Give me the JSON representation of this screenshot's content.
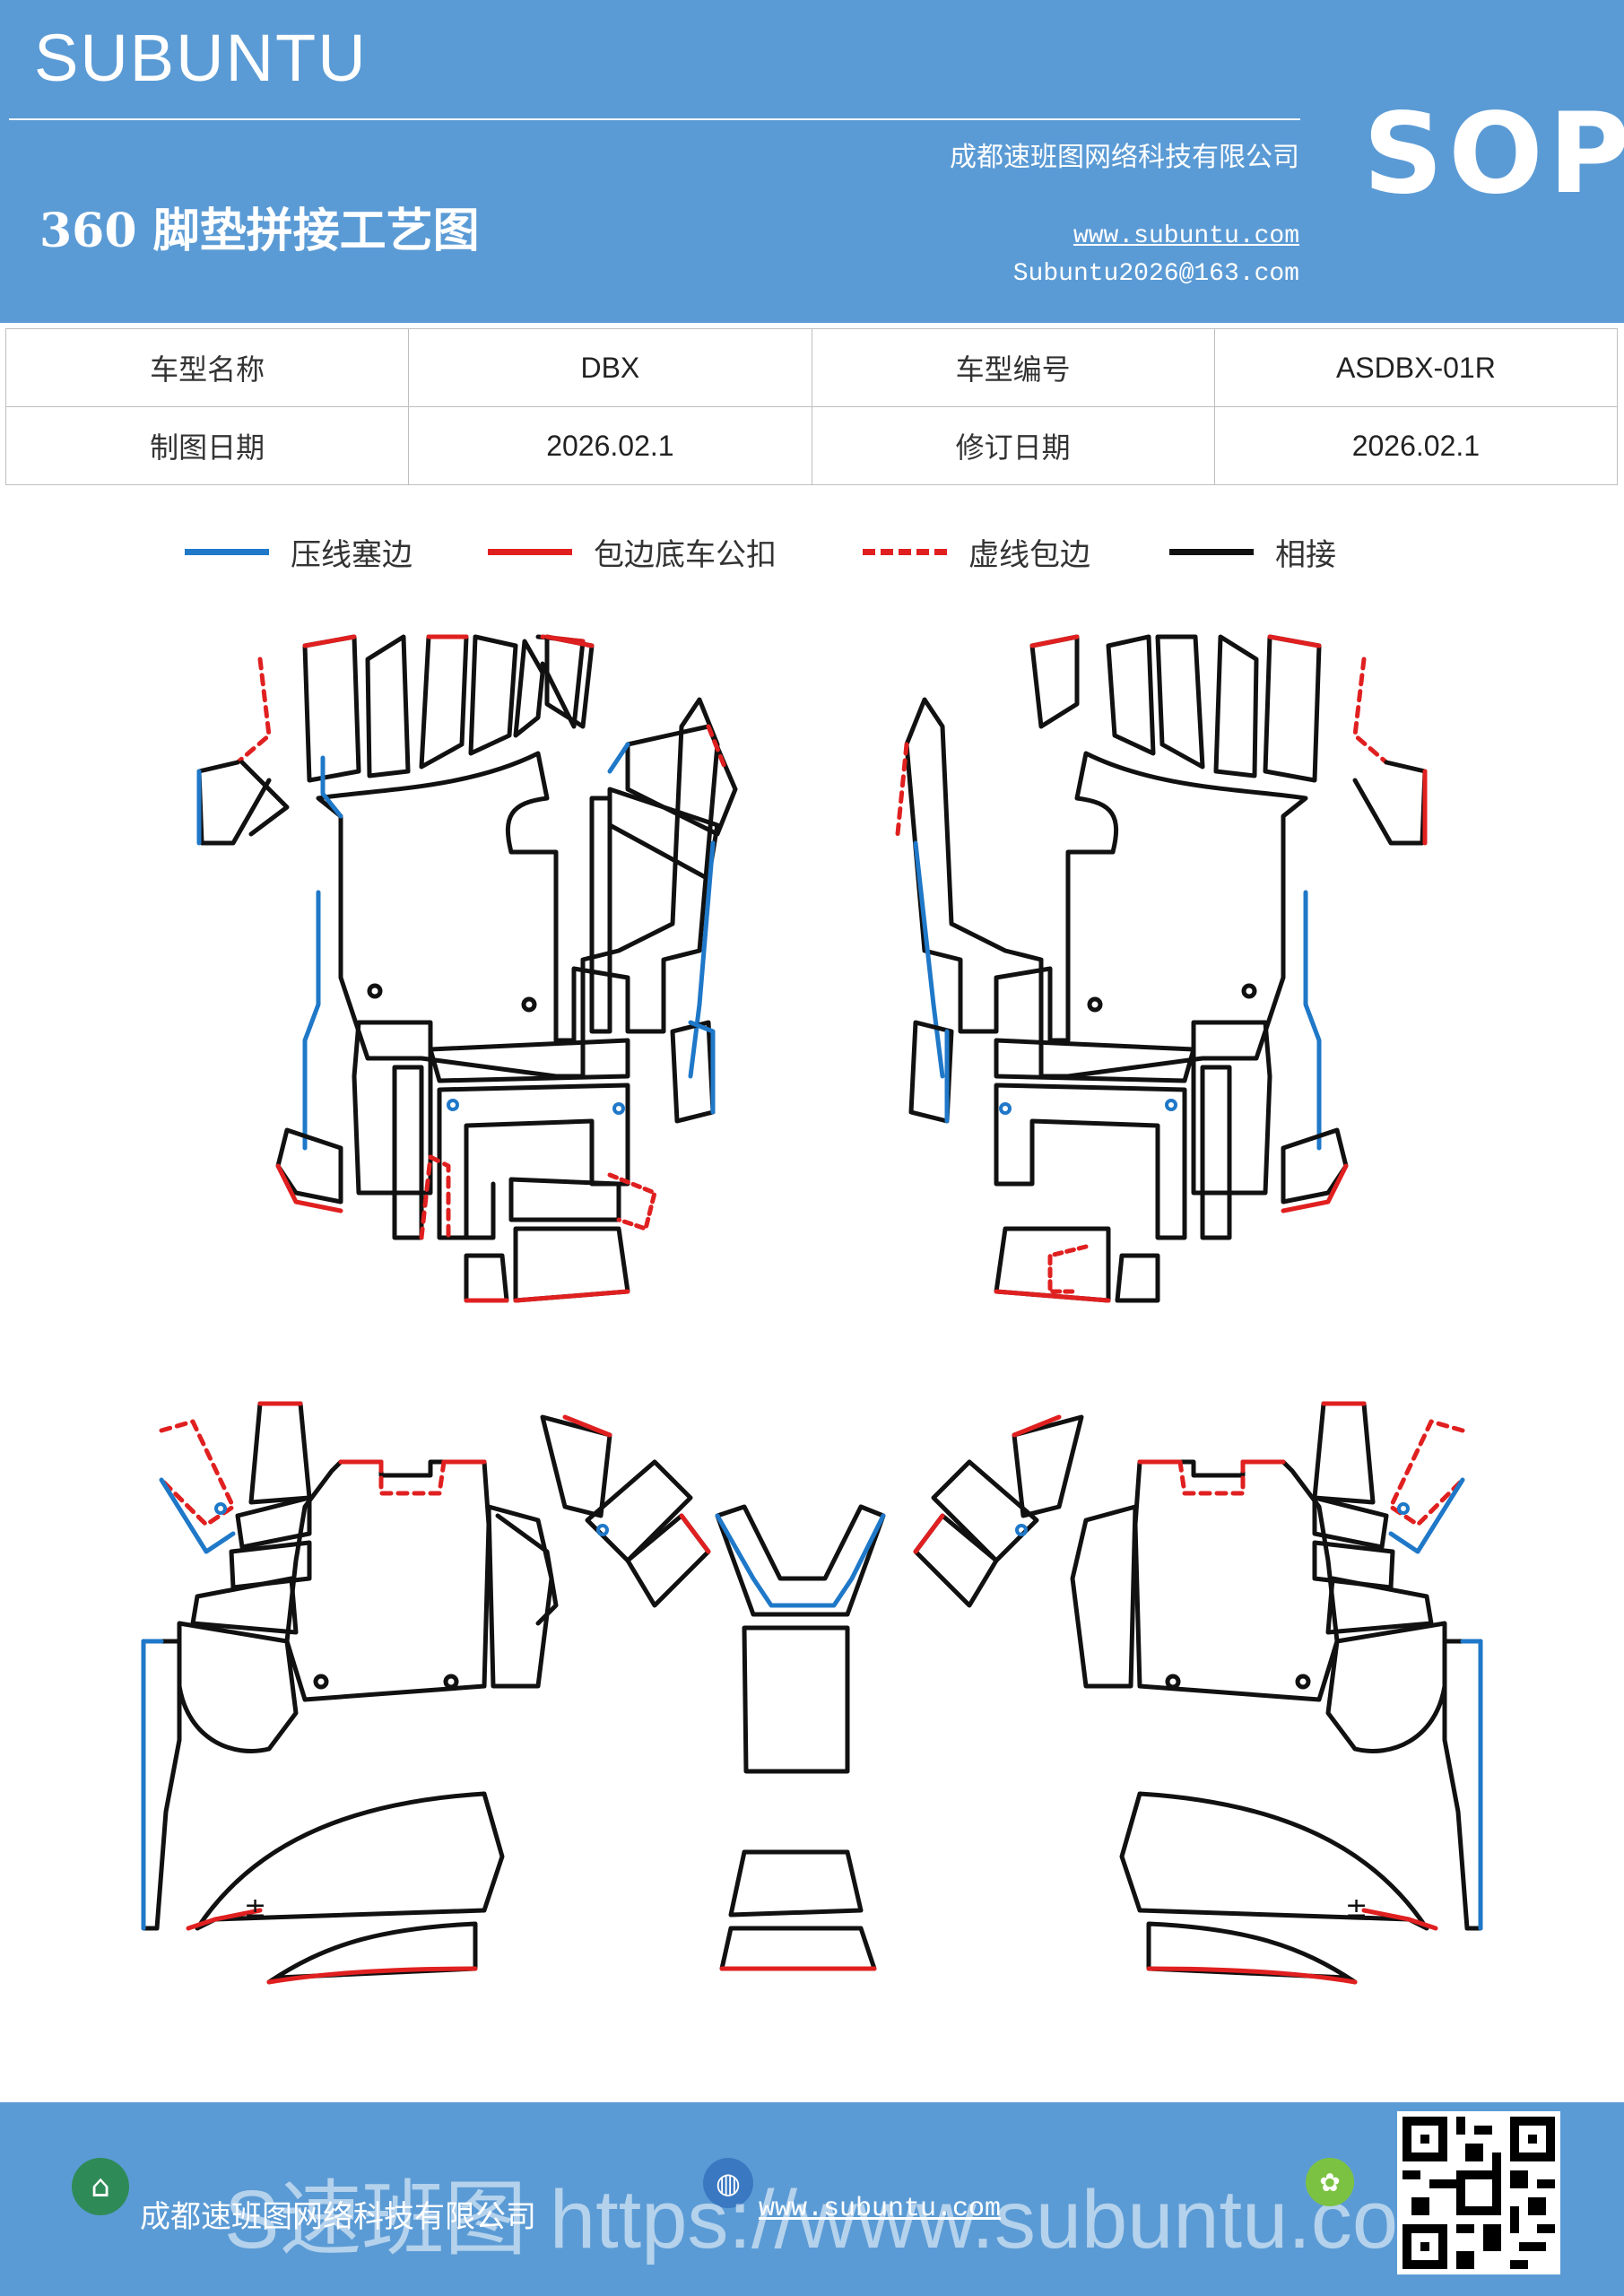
{
  "header": {
    "brand": "SUBUNTU",
    "company": "成都速班图网络科技有限公司",
    "title": "360 脚垫拼接工艺图",
    "website": "www.subuntu.com",
    "email": "Subuntu2026@163.com",
    "badge": "SOP"
  },
  "info": {
    "model_name_label": "车型名称",
    "model_name": "DBX",
    "model_code_label": "车型编号",
    "model_code": "ASDBX-01R",
    "draw_date_label": "制图日期",
    "draw_date": "2026.02.1",
    "revise_date_label": "修订日期",
    "revise_date": "2026.02.1"
  },
  "legend": [
    {
      "label": "压线塞边",
      "color": "#1f78c8",
      "style": "solid"
    },
    {
      "label": "包边底车公扣",
      "color": "#e02020",
      "style": "solid"
    },
    {
      "label": "虚线包边",
      "color": "#e02020",
      "style": "dashed"
    },
    {
      "label": "相接",
      "color": "#111111",
      "style": "solid"
    }
  ],
  "colors": {
    "accent": "#5b9bd5",
    "blue_line": "#1f78c8",
    "red_line": "#e02020",
    "black_line": "#111111"
  },
  "footer": {
    "company": "成都速班图网络科技有限公司",
    "website": "www.subuntu.com",
    "watermark": "S速班图 https://www.subuntu.com",
    "icons": [
      "home-icon",
      "globe-icon",
      "chat-icon",
      "qr-code"
    ]
  }
}
